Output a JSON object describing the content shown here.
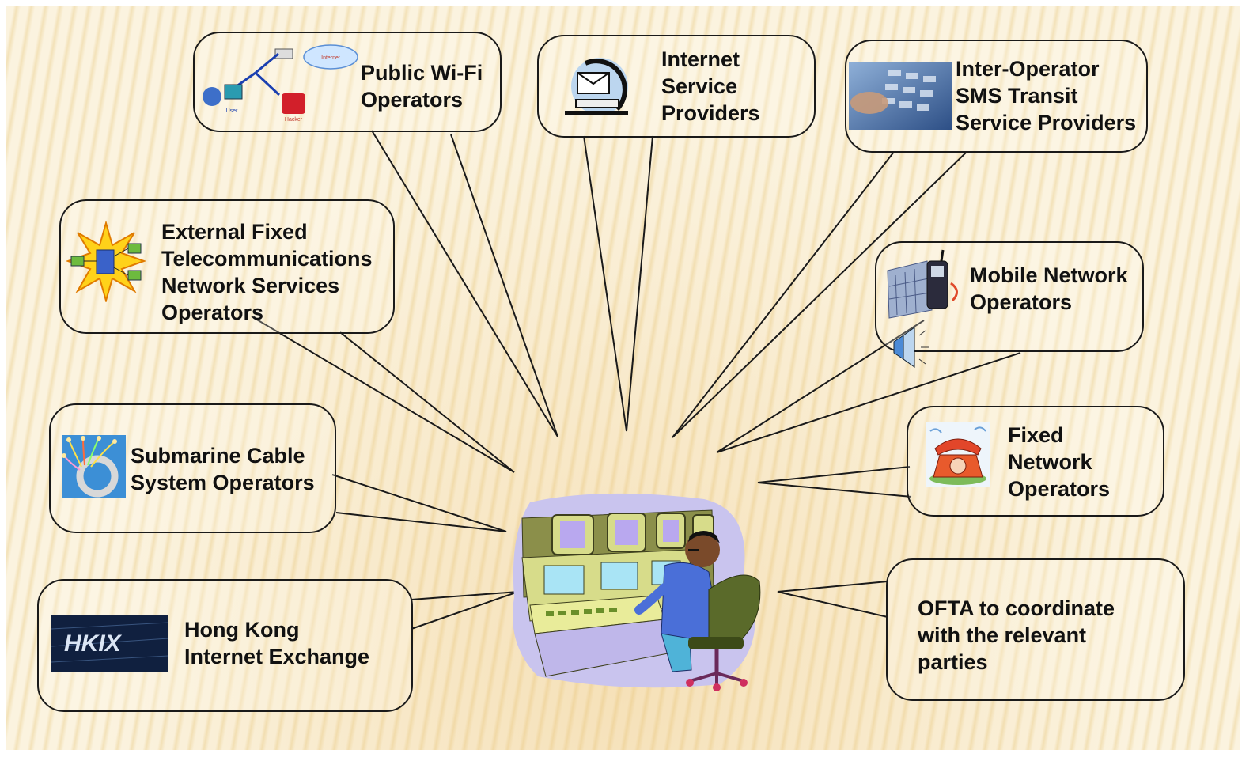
{
  "bubbles": {
    "wifi": {
      "lines": [
        "Public Wi-Fi",
        "Operators"
      ],
      "icon": "wifi-network-icon",
      "cloud_text": "Internet",
      "user_text": "User",
      "hacker_text": "Hacker"
    },
    "isp": {
      "lines": [
        "Internet",
        "Service",
        "Providers"
      ],
      "icon": "computer-mail-icon"
    },
    "sms": {
      "lines": [
        "Inter-Operator",
        "SMS Transit",
        "Service Providers"
      ],
      "icon": "keypad-photo-icon"
    },
    "external_fixed": {
      "lines": [
        "External Fixed",
        "Telecommunications",
        "Network Services",
        "Operators"
      ],
      "icon": "network-starburst-icon"
    },
    "mobile": {
      "lines": [
        "Mobile Network",
        "Operators"
      ],
      "icon": "mobile-phone-icon"
    },
    "submarine": {
      "lines": [
        "Submarine Cable",
        "System Operators"
      ],
      "icon": "fiber-cable-icon"
    },
    "fixed": {
      "lines": [
        "Fixed",
        "Network",
        "Operators"
      ],
      "icon": "telephone-icon"
    },
    "hkix": {
      "lines": [
        "Hong Kong",
        "Internet Exchange"
      ],
      "icon": "hkix-logo-icon",
      "logo_text": "HKIX"
    },
    "ofta": {
      "lines": [
        "OFTA to coordinate",
        "with the relevant",
        "parties"
      ]
    }
  },
  "center": {
    "icon": "control-room-operator-icon"
  },
  "colors": {
    "background_light": "#fbf3df",
    "background_stripe": "#f3e2b9",
    "outline": "#1a1a1a"
  }
}
